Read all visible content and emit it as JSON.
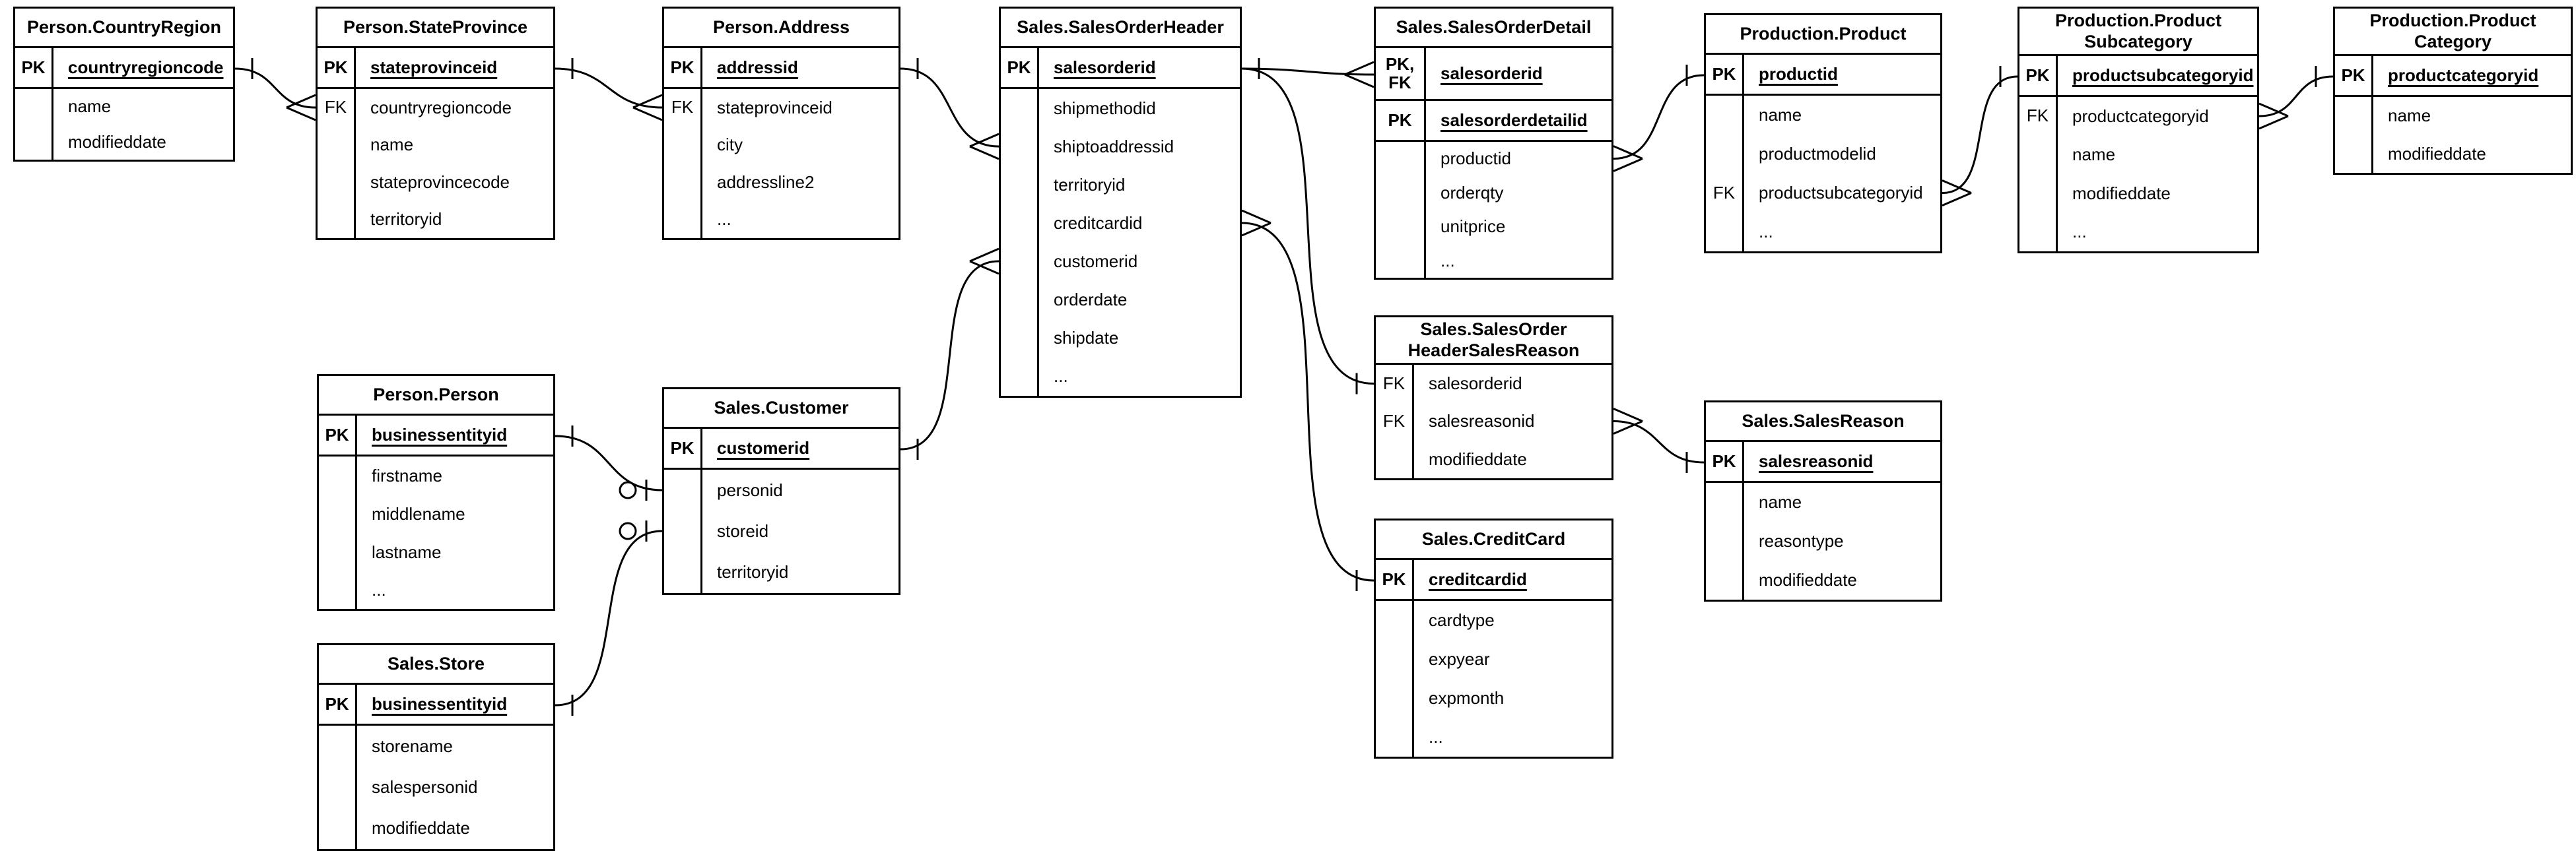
{
  "diagram": {
    "kind": "entity-relationship-diagram",
    "notation": "crow-foot",
    "stroke_color": "#000000",
    "background_color": "#ffffff"
  },
  "tables": [
    {
      "id": "Person.CountryRegion",
      "title": [
        "Person.CountryRegion"
      ],
      "rows": [
        {
          "key": "PK",
          "field": "countryregioncode",
          "pk": true
        },
        {
          "key": "",
          "field": "name"
        },
        {
          "key": "",
          "field": "modifieddate"
        }
      ]
    },
    {
      "id": "Person.StateProvince",
      "title": [
        "Person.StateProvince"
      ],
      "rows": [
        {
          "key": "PK",
          "field": "stateprovinceid",
          "pk": true
        },
        {
          "key": "FK",
          "field": "countryregioncode"
        },
        {
          "key": "",
          "field": "name"
        },
        {
          "key": "",
          "field": "stateprovincecode"
        },
        {
          "key": "",
          "field": "territoryid"
        }
      ]
    },
    {
      "id": "Person.Address",
      "title": [
        "Person.Address"
      ],
      "rows": [
        {
          "key": "PK",
          "field": "addressid",
          "pk": true
        },
        {
          "key": "FK",
          "field": "stateprovinceid"
        },
        {
          "key": "",
          "field": "city"
        },
        {
          "key": "",
          "field": "addressline2"
        },
        {
          "key": "",
          "field": "..."
        }
      ]
    },
    {
      "id": "Sales.SalesOrderHeader",
      "title": [
        "Sales.SalesOrderHeader"
      ],
      "rows": [
        {
          "key": "PK",
          "field": "salesorderid",
          "pk": true
        },
        {
          "key": "",
          "field": "shipmethodid"
        },
        {
          "key": "",
          "field": "shiptoaddressid"
        },
        {
          "key": "",
          "field": "territoryid"
        },
        {
          "key": "",
          "field": "creditcardid"
        },
        {
          "key": "",
          "field": "customerid"
        },
        {
          "key": "",
          "field": "orderdate"
        },
        {
          "key": "",
          "field": "shipdate"
        },
        {
          "key": "",
          "field": "..."
        }
      ]
    },
    {
      "id": "Sales.SalesOrderDetail",
      "title": [
        "Sales.SalesOrderDetail"
      ],
      "rows": [
        {
          "key": "PK,\nFK",
          "field": "salesorderid",
          "pk": true
        },
        {
          "key": "PK",
          "field": "salesorderdetailid",
          "pk": true
        },
        {
          "key": "",
          "field": "productid"
        },
        {
          "key": "",
          "field": "orderqty"
        },
        {
          "key": "",
          "field": "unitprice"
        },
        {
          "key": "",
          "field": "..."
        }
      ]
    },
    {
      "id": "Production.Product",
      "title": [
        "Production.Product"
      ],
      "rows": [
        {
          "key": "PK",
          "field": "productid",
          "pk": true
        },
        {
          "key": "",
          "field": "name"
        },
        {
          "key": "",
          "field": "productmodelid"
        },
        {
          "key": "FK",
          "field": "productsubcategoryid"
        },
        {
          "key": "",
          "field": "..."
        }
      ]
    },
    {
      "id": "Production.ProductSubcategory",
      "title": [
        "Production.Product",
        "Subcategory"
      ],
      "rows": [
        {
          "key": "PK",
          "field": "productsubcategoryid",
          "pk": true
        },
        {
          "key": "FK",
          "field": "productcategoryid"
        },
        {
          "key": "",
          "field": "name"
        },
        {
          "key": "",
          "field": "modifieddate"
        },
        {
          "key": "",
          "field": "..."
        }
      ]
    },
    {
      "id": "Production.ProductCategory",
      "title": [
        "Production.Product",
        "Category"
      ],
      "rows": [
        {
          "key": "PK",
          "field": "productcategoryid",
          "pk": true
        },
        {
          "key": "",
          "field": "name"
        },
        {
          "key": "",
          "field": "modifieddate"
        }
      ]
    },
    {
      "id": "Person.Person",
      "title": [
        "Person.Person"
      ],
      "rows": [
        {
          "key": "PK",
          "field": "businessentityid",
          "pk": true
        },
        {
          "key": "",
          "field": "firstname"
        },
        {
          "key": "",
          "field": "middlename"
        },
        {
          "key": "",
          "field": "lastname"
        },
        {
          "key": "",
          "field": "..."
        }
      ]
    },
    {
      "id": "Sales.Customer",
      "title": [
        "Sales.Customer"
      ],
      "rows": [
        {
          "key": "PK",
          "field": "customerid",
          "pk": true
        },
        {
          "key": "",
          "field": "personid"
        },
        {
          "key": "",
          "field": "storeid"
        },
        {
          "key": "",
          "field": "territoryid"
        }
      ]
    },
    {
      "id": "Sales.SalesOrderHeaderSalesReason",
      "title": [
        "Sales.SalesOrder",
        "HeaderSalesReason"
      ],
      "rows": [
        {
          "key": "FK",
          "field": "salesorderid"
        },
        {
          "key": "FK",
          "field": "salesreasonid"
        },
        {
          "key": "",
          "field": "modifieddate"
        }
      ]
    },
    {
      "id": "Sales.SalesReason",
      "title": [
        "Sales.SalesReason"
      ],
      "rows": [
        {
          "key": "PK",
          "field": "salesreasonid",
          "pk": true
        },
        {
          "key": "",
          "field": "name"
        },
        {
          "key": "",
          "field": "reasontype"
        },
        {
          "key": "",
          "field": "modifieddate"
        }
      ]
    },
    {
      "id": "Sales.CreditCard",
      "title": [
        "Sales.CreditCard"
      ],
      "rows": [
        {
          "key": "PK",
          "field": "creditcardid",
          "pk": true
        },
        {
          "key": "",
          "field": "cardtype"
        },
        {
          "key": "",
          "field": "expyear"
        },
        {
          "key": "",
          "field": "expmonth"
        },
        {
          "key": "",
          "field": "..."
        }
      ]
    },
    {
      "id": "Sales.Store",
      "title": [
        "Sales.Store"
      ],
      "rows": [
        {
          "key": "PK",
          "field": "businessentityid",
          "pk": true
        },
        {
          "key": "",
          "field": "storename"
        },
        {
          "key": "",
          "field": "salespersonid"
        },
        {
          "key": "",
          "field": "modifieddate"
        }
      ]
    }
  ],
  "relationships": [
    {
      "from": "Person.CountryRegion.countryregioncode",
      "from_card": "one",
      "to": "Person.StateProvince.countryregioncode",
      "to_card": "many"
    },
    {
      "from": "Person.StateProvince.stateprovinceid",
      "from_card": "one",
      "to": "Person.Address.stateprovinceid",
      "to_card": "many"
    },
    {
      "from": "Person.Address.addressid",
      "from_card": "one",
      "to": "Sales.SalesOrderHeader.shiptoaddressid",
      "to_card": "many"
    },
    {
      "from": "Sales.Customer.customerid",
      "from_card": "one",
      "to": "Sales.SalesOrderHeader.customerid",
      "to_card": "many"
    },
    {
      "from": "Sales.SalesOrderHeader.salesorderid",
      "from_card": "one",
      "to": "Sales.SalesOrderDetail.salesorderid",
      "to_card": "many"
    },
    {
      "from": "Sales.SalesOrderHeader.salesorderid",
      "from_card": "none",
      "to": "Sales.SalesOrderHeaderSalesReason.salesorderid",
      "to_card": "one"
    },
    {
      "from": "Sales.SalesOrderHeader.creditcardid",
      "from_card": "many",
      "to": "Sales.CreditCard.creditcardid",
      "to_card": "one"
    },
    {
      "from": "Sales.SalesOrderDetail.productid",
      "from_card": "many",
      "to": "Production.Product.productid",
      "to_card": "one"
    },
    {
      "from": "Production.Product.productsubcategoryid",
      "from_card": "many",
      "to": "Production.ProductSubcategory.productsubcategoryid",
      "to_card": "one"
    },
    {
      "from": "Production.ProductSubcategory.productcategoryid",
      "from_card": "many",
      "to": "Production.ProductCategory.productcategoryid",
      "to_card": "one"
    },
    {
      "from": "Sales.SalesOrderHeaderSalesReason.salesreasonid",
      "from_card": "many",
      "to": "Sales.SalesReason.salesreasonid",
      "to_card": "one"
    },
    {
      "from": "Person.Person.businessentityid",
      "from_card": "one",
      "to": "Sales.Customer.personid",
      "to_card": "zero-one"
    },
    {
      "from": "Sales.Store.businessentityid",
      "from_card": "one",
      "to": "Sales.Customer.storeid",
      "to_card": "zero-one"
    }
  ]
}
